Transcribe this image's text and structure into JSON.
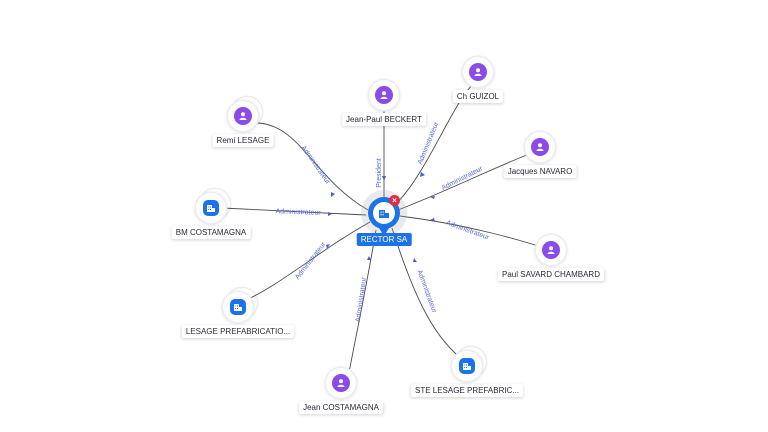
{
  "center": {
    "label": "RECTOR SA",
    "icon": "building-icon",
    "badge_icon": "close-icon"
  },
  "nodes": [
    {
      "id": "jpb",
      "label": "Jean-Paul BECKERT",
      "kind": "person",
      "icon": "person-icon",
      "edge_label": "President"
    },
    {
      "id": "chg",
      "label": "Ch GUIZOL",
      "kind": "person",
      "icon": "person-icon",
      "edge_label": "Administrateur"
    },
    {
      "id": "rl",
      "label": "Remi LESAGE",
      "kind": "person",
      "icon": "person-icon",
      "edge_label": "Administrateur"
    },
    {
      "id": "jn",
      "label": "Jacques NAVARO",
      "kind": "person",
      "icon": "person-icon",
      "edge_label": "Administrateur"
    },
    {
      "id": "bm",
      "label": "BM COSTAMAGNA",
      "kind": "company",
      "icon": "building-icon",
      "edge_label": "Administrateur"
    },
    {
      "id": "psc",
      "label": "Paul SAVARD CHAMBARD",
      "kind": "person",
      "icon": "person-icon",
      "edge_label": "Administrateur"
    },
    {
      "id": "lp",
      "label": "LESAGE PREFABRICATIO...",
      "kind": "company",
      "icon": "building-icon",
      "edge_label": "Administrateur"
    },
    {
      "id": "slp",
      "label": "STE LESAGE PREFABRIC...",
      "kind": "company",
      "icon": "building-icon",
      "edge_label": "Administrateur"
    },
    {
      "id": "jc",
      "label": "Jean COSTAMAGNA",
      "kind": "person",
      "icon": "person-icon",
      "edge_label": "Administrateur"
    }
  ],
  "colors": {
    "person": "#8a4be8",
    "company": "#1a73e8",
    "edge_label": "#5b6bd6",
    "center": "#1a73e8",
    "badge": "#e02f44"
  }
}
